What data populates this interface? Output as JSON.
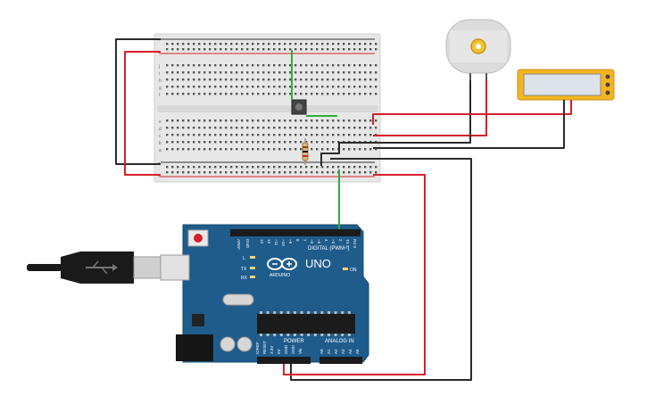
{
  "arduino": {
    "brand": "ARDUINO",
    "model": "UNO",
    "digital_label": "DIGITAL (PWM~)",
    "power_label": "POWER",
    "analog_label": "ANALOG IN",
    "on_label": "ON",
    "l_label": "L",
    "tx_label": "TX",
    "rx_label": "RX",
    "aref_label": "AREF",
    "gnd_label": "GND",
    "digital_pins": [
      "13",
      "12",
      "~11",
      "~10",
      "~9",
      "8",
      "7",
      "~6",
      "~5",
      "4",
      "~3",
      "2",
      "TX 1",
      "RX 0"
    ],
    "power_pins": [
      "IOREF",
      "RESET",
      "3.3V",
      "5V",
      "GND",
      "GND",
      "Vin"
    ],
    "analog_pins": [
      "A0",
      "A1",
      "A2",
      "A3",
      "A4",
      "A5"
    ]
  },
  "breadboard": {
    "row_letters_top": [
      "j",
      "i",
      "h",
      "g",
      "f"
    ],
    "row_letters_bottom": [
      "e",
      "d",
      "c",
      "b",
      "a"
    ],
    "rail_plus": "+",
    "rail_minus": "-"
  },
  "colors": {
    "board": "#1f5c8c",
    "breadboard": "#e7e7e7",
    "wire_red": "#d6202a",
    "wire_black": "#2b2b2b",
    "wire_green": "#2fae3a",
    "meter": "#f4b51e"
  },
  "components": {
    "motor": "dc-motor",
    "meter": "multimeter",
    "button": "pushbutton",
    "resistor": "resistor",
    "usb": "usb-cable"
  }
}
